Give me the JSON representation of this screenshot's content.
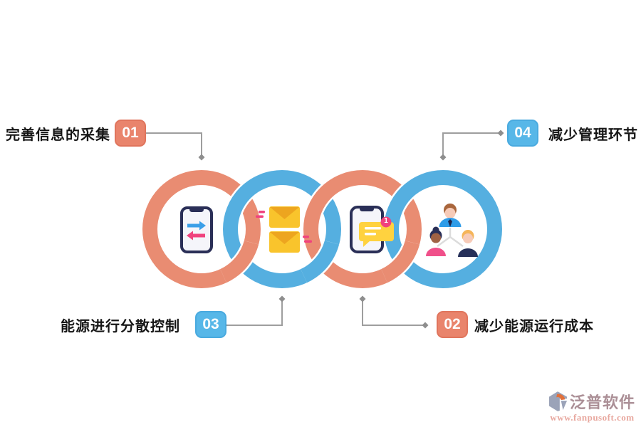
{
  "steps": [
    {
      "id": "01",
      "label": "完善信息的采集",
      "badge_color": "#E9846C",
      "position": "top-left"
    },
    {
      "id": "02",
      "label": "减少能源运行成本",
      "badge_color": "#E9846C",
      "position": "bottom-right"
    },
    {
      "id": "03",
      "label": "能源进行分散控制",
      "badge_color": "#57B7E8",
      "position": "bottom-left"
    },
    {
      "id": "04",
      "label": "减少管理环节",
      "badge_color": "#57B7E8",
      "position": "top-right"
    }
  ],
  "rings": [
    {
      "name": "ring-1",
      "color": "#E98C72",
      "icon": "phone-transfer-icon"
    },
    {
      "name": "ring-2",
      "color": "#55AFE0",
      "icon": "envelopes-icon"
    },
    {
      "name": "ring-3",
      "color": "#E98C72",
      "icon": "phone-chat-icon"
    },
    {
      "name": "ring-4",
      "color": "#55AFE0",
      "icon": "team-icon"
    }
  ],
  "phone_notification_count": "1",
  "connector_color": "#9E9E9E",
  "watermark": {
    "brand": "泛普软件",
    "url": "www.fanpusoft.com"
  }
}
